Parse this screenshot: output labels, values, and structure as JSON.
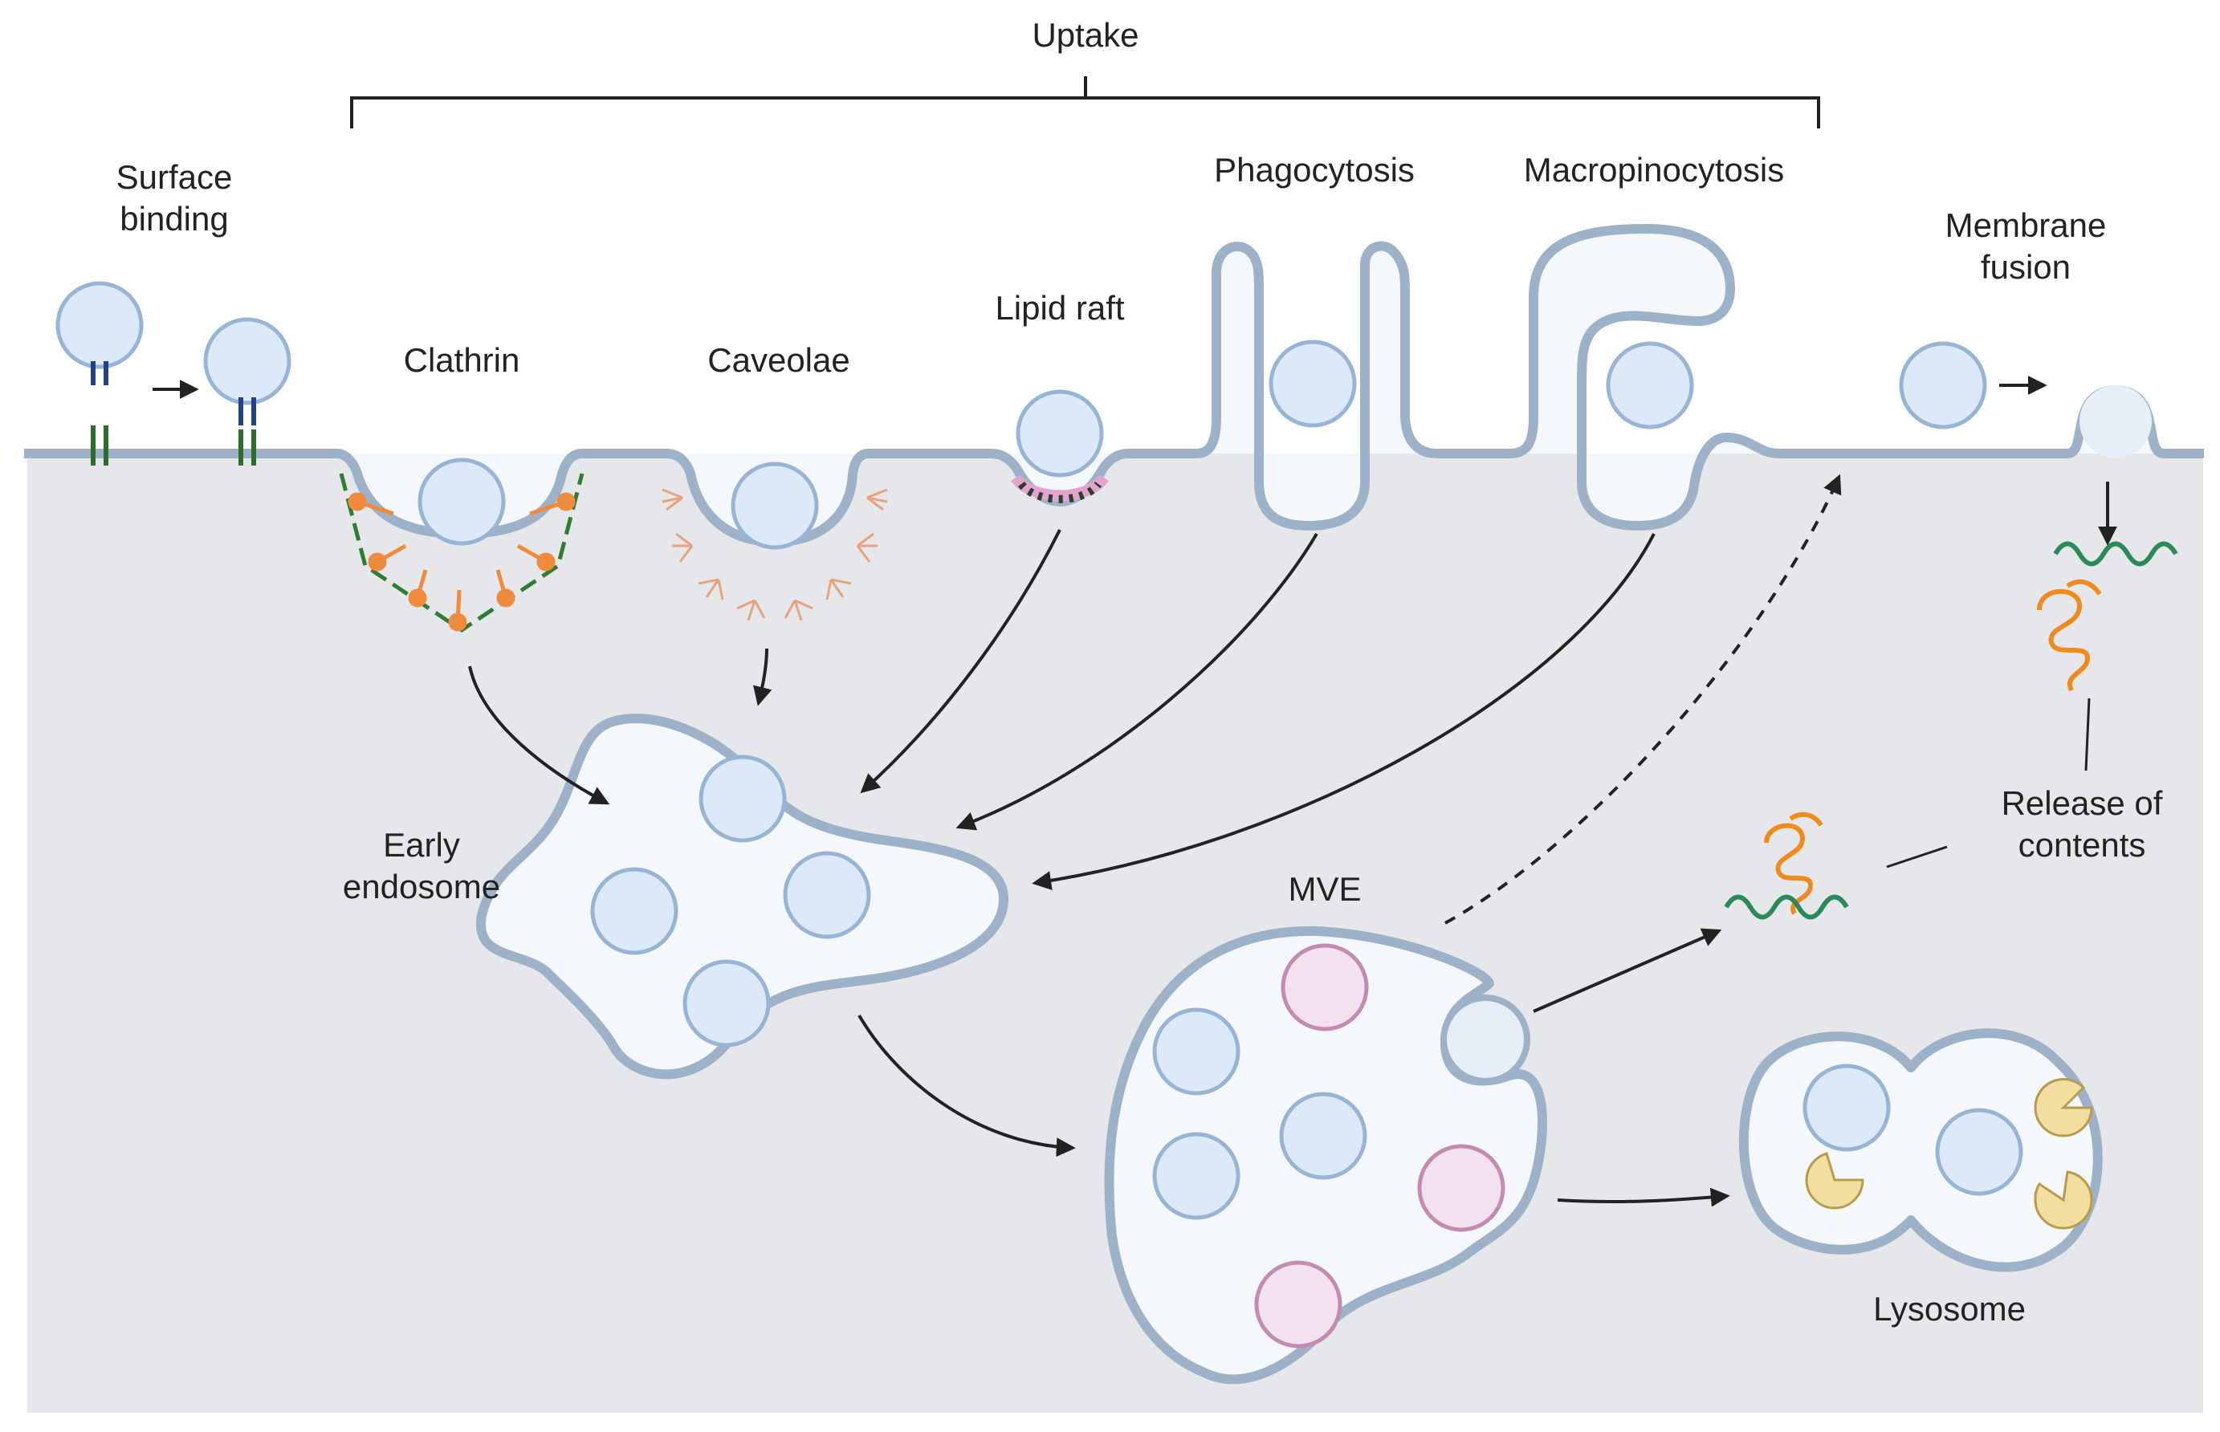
{
  "labels": {
    "uptake": "Uptake",
    "surface_binding_1": "Surface",
    "surface_binding_2": "binding",
    "clathrin": "Clathrin",
    "caveolae": "Caveolae",
    "lipid_raft": "Lipid raft",
    "phagocytosis": "Phagocytosis",
    "macropinocytosis": "Macropinocytosis",
    "membrane_fusion_1": "Membrane",
    "membrane_fusion_2": "fusion",
    "early_endosome_1": "Early",
    "early_endosome_2": "endosome",
    "mve": "MVE",
    "release_1": "Release of",
    "release_2": "contents",
    "lysosome": "Lysosome"
  },
  "colors": {
    "cytoplasm": "#e6e7ea",
    "membrane": "#9db2c9",
    "vesicle_fill": "#dbe9fa",
    "vesicle_stroke": "#97b4d6",
    "ilv_pink_fill": "#f3e1ef",
    "ilv_pink_stroke": "#c48bb2",
    "clathrin_green": "#2e7d32",
    "clathrin_orange": "#f08a3c",
    "caveolin_orange": "#e8a27c",
    "receptor_blue": "#1f3f8f",
    "receptor_green": "#2e6b2e",
    "rna_green": "#2b8a5a",
    "rna_orange": "#f08a1c",
    "enzyme_fill": "#f2dea0",
    "enzyme_stroke": "#b99a4a",
    "raft_pink": "#e2a3cf"
  },
  "icons": [
    "ligand-receptor-icon",
    "clathrin-coat-icon",
    "caveolin-icon",
    "lipid-raft-icon",
    "rna-icon",
    "protein-icon",
    "hydrolase-enzyme-icon"
  ]
}
